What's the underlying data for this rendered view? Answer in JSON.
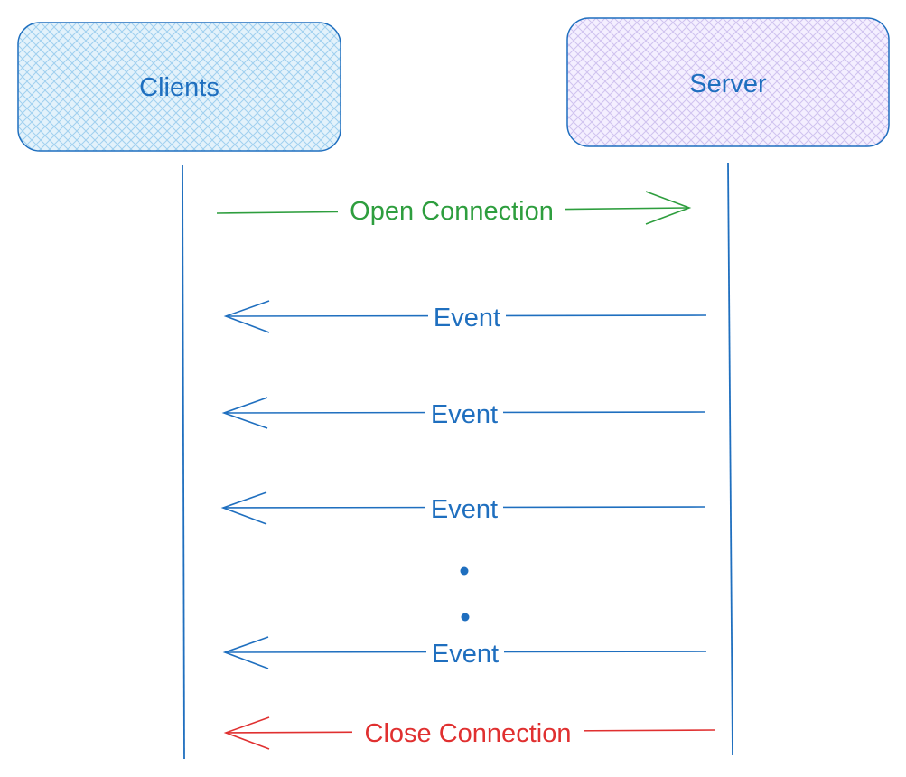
{
  "participants": {
    "client": {
      "label": "Clients"
    },
    "server": {
      "label": "Server"
    }
  },
  "messages": [
    {
      "label": "Open Connection",
      "direction": "client-to-server",
      "color": "#2e9e3e"
    },
    {
      "label": "Event",
      "direction": "server-to-client",
      "color": "#1f6fbf"
    },
    {
      "label": "Event",
      "direction": "server-to-client",
      "color": "#1f6fbf"
    },
    {
      "label": "Event",
      "direction": "server-to-client",
      "color": "#1f6fbf"
    },
    {
      "label": "Event",
      "direction": "server-to-client",
      "color": "#1f6fbf"
    },
    {
      "label": "Close Connection",
      "direction": "server-to-client",
      "color": "#e03030"
    }
  ],
  "colors": {
    "client_box_fill": "#d9edf9",
    "client_box_stroke": "#1f6fbf",
    "server_box_fill": "#ece5f7",
    "server_box_stroke": "#1f6fbf",
    "lifeline": "#1f6fbf",
    "ellipsis_dots": "#1f6fbf"
  }
}
